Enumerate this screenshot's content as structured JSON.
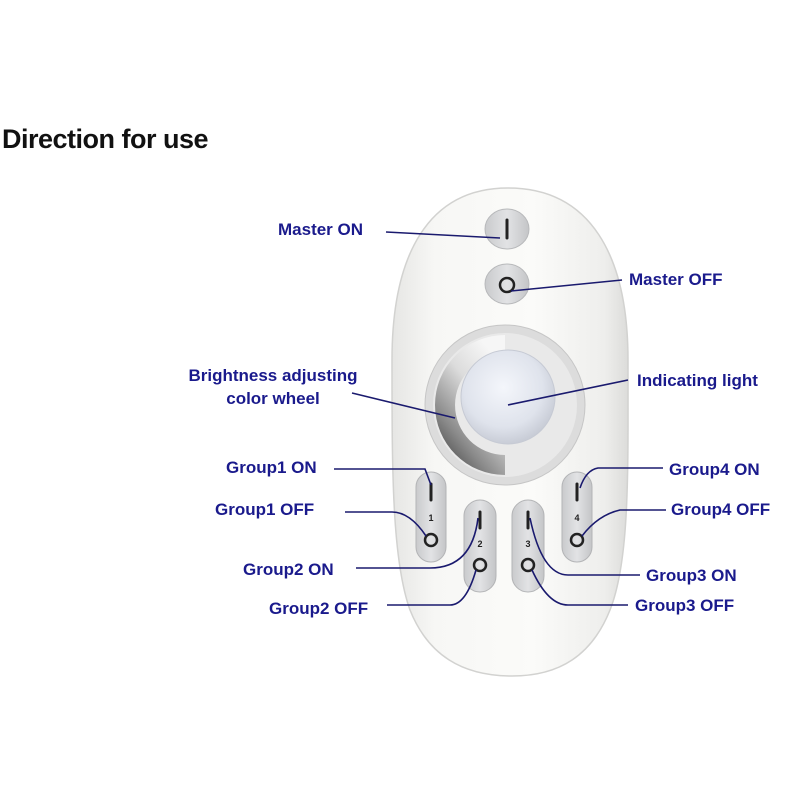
{
  "heading": "Direction for use",
  "colors": {
    "label": "#1a1a8c",
    "heading": "#111111",
    "leader": "#1a1a6e",
    "body": "#f4f4f2",
    "button": "#d9dadc"
  },
  "labels": {
    "master_on": "Master ON",
    "master_off": "Master OFF",
    "brightness_line1": "Brightness adjusting",
    "brightness_line2": "color wheel",
    "indicating_light": "Indicating light",
    "group1_on": "Group1 ON",
    "group1_off": "Group1 OFF",
    "group2_on": "Group2 ON",
    "group2_off": "Group2 OFF",
    "group3_on": "Group3 ON",
    "group3_off": "Group3 OFF",
    "group4_on": "Group4 ON",
    "group4_off": "Group4 OFF"
  },
  "remote": {
    "group_numbers": [
      "1",
      "2",
      "3",
      "4"
    ]
  }
}
